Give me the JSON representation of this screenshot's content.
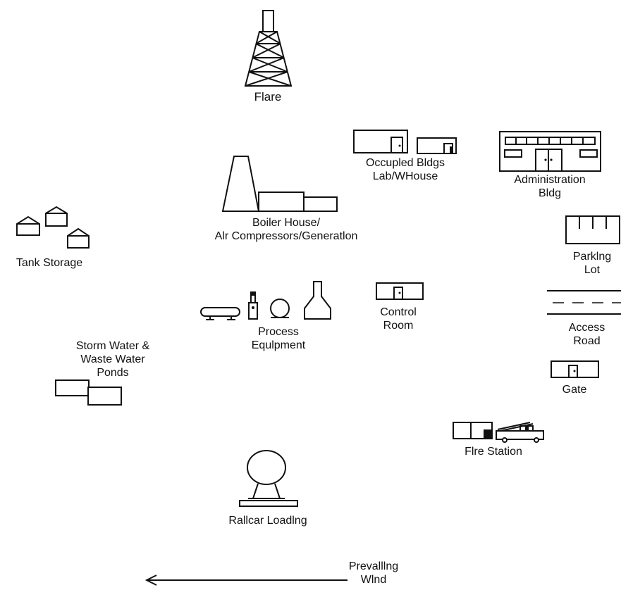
{
  "labels": {
    "flare": [
      "Flare"
    ],
    "occupied": [
      "Occupled Bldgs",
      "Lab/WHouse"
    ],
    "admin": [
      "Administration",
      "Bldg"
    ],
    "boiler": [
      "Boiler House/",
      "Alr Compressors/Generatlon"
    ],
    "tank": [
      "Tank Storage"
    ],
    "parking": [
      "Parklng",
      "Lot"
    ],
    "process": [
      "Process",
      "Equlpment"
    ],
    "control": [
      "Control",
      "Room"
    ],
    "access": [
      "Access",
      "Road"
    ],
    "storm": [
      "Storm Water &",
      "Waste Water",
      "Ponds"
    ],
    "gate": [
      "Gate"
    ],
    "fire": [
      "Flre Station"
    ],
    "railcar": [
      "Rallcar Loadlng"
    ],
    "wind": [
      "Prevalllng",
      "Wlnd"
    ]
  }
}
